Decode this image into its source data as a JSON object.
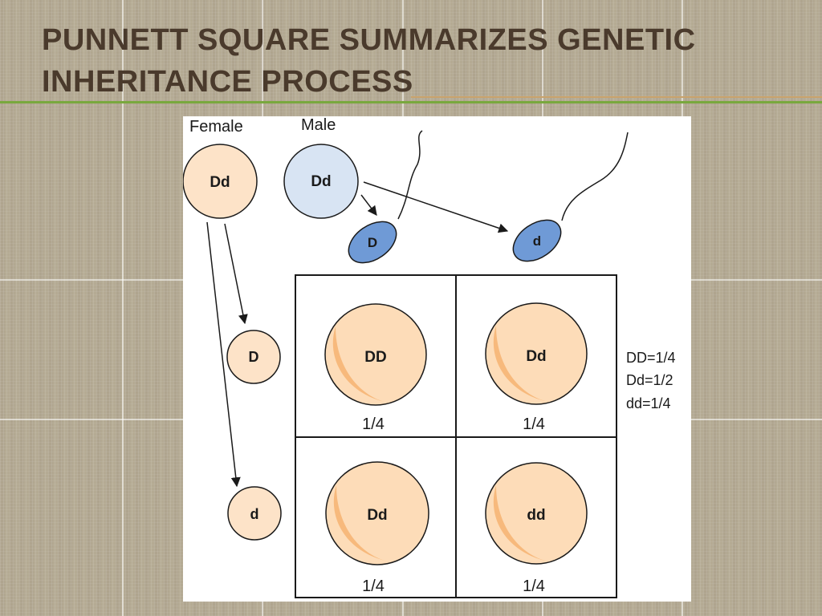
{
  "slide": {
    "title_line1": "PUNNETT SQUARE SUMMARIZES GENETIC",
    "title_line2": "INHERITANCE PROCESS"
  },
  "figure": {
    "parents": {
      "female": {
        "label": "Female",
        "genotype": "Dd",
        "color": "#fde3c8"
      },
      "male": {
        "label": "Male",
        "genotype": "Dd",
        "color": "#d8e4f3"
      }
    },
    "sperm": [
      {
        "allele": "D"
      },
      {
        "allele": "d"
      }
    ],
    "eggs": [
      {
        "allele": "D"
      },
      {
        "allele": "d"
      }
    ],
    "offspring": [
      {
        "genotype": "DD",
        "fraction": "1/4"
      },
      {
        "genotype": "Dd",
        "fraction": "1/4"
      },
      {
        "genotype": "Dd",
        "fraction": "1/4"
      },
      {
        "genotype": "dd",
        "fraction": "1/4"
      }
    ],
    "ratios": [
      "DD=1/4",
      "Dd=1/2",
      "dd=1/4"
    ],
    "colors": {
      "sperm": "#6f9ad6",
      "offspring_fill": "#fddcb8",
      "offspring_shade": "#f7b97c",
      "stroke": "#1a1a1a"
    }
  }
}
